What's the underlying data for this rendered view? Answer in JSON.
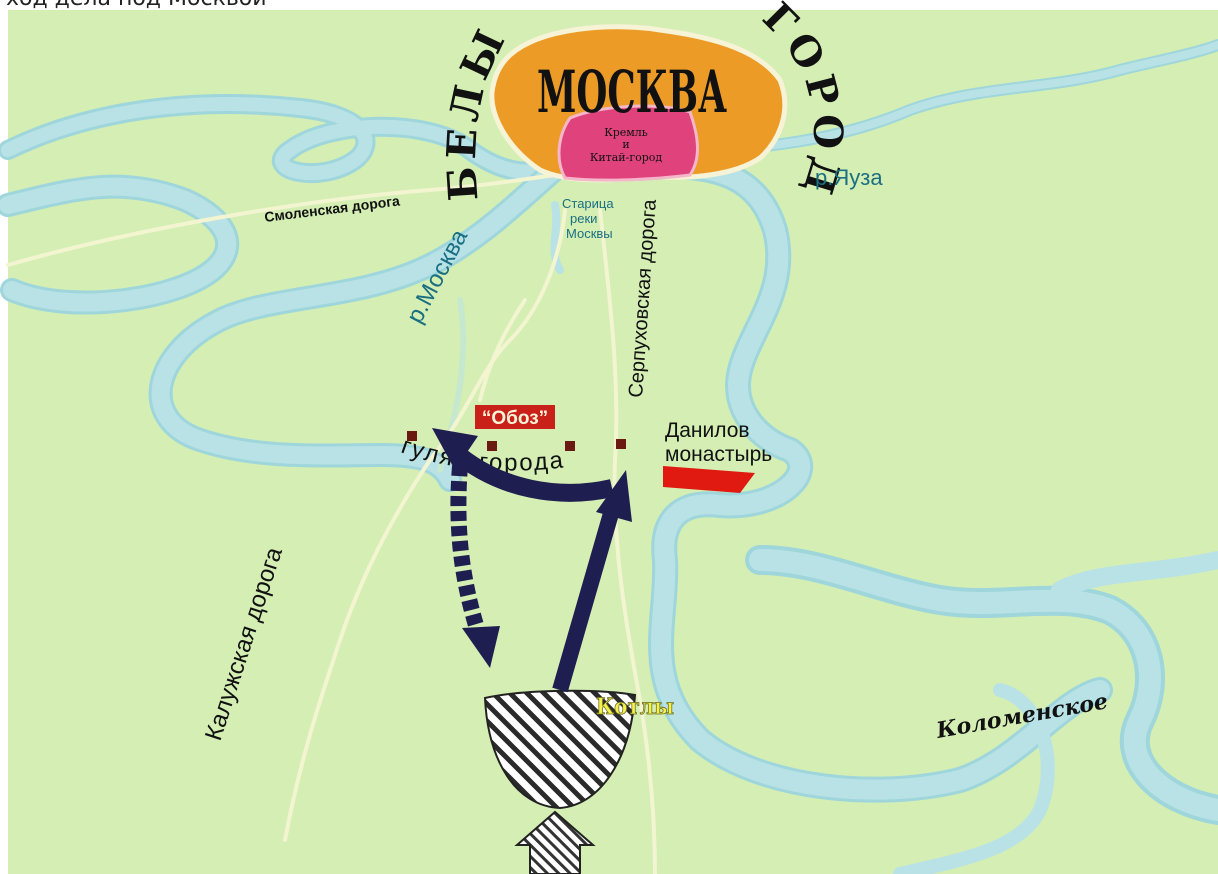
{
  "caption": "ход дела под Москвой",
  "colors": {
    "land": "#d4eeb4",
    "river": "#b9e2e6",
    "river_edge": "#8fcfd8",
    "road": "#f4f6d2",
    "city_white": "#ec9b27",
    "kremlin": "#e0427c",
    "army_arrow": "#1f1e50",
    "camp": "#cc2211",
    "gulyay": "#6a1a10",
    "kotly_label": "#f4f24a"
  },
  "labels": {
    "moscow": "МОСКВА",
    "kremlin_line1": "Кремль",
    "kremlin_line2": "и",
    "kremlin_line3": "Китай-город",
    "bely_left": "БЕЛЫЙ",
    "bely_right": "ГОРОД",
    "yauza": "р.Яуза",
    "moskva_river": "р.Москва",
    "smolensk_road": "Смоленская дорога",
    "staritsa_line1": "Старица",
    "staritsa_line2": "реки",
    "staritsa_line3": "Москвы",
    "serpukhov_road": "Серпуховская дорога",
    "oboz": "“Обоз”",
    "danilov_line1": "Данилов",
    "danilov_line2": "монастырь",
    "gulyay_gorod": "гуляй-города",
    "kaluga_road": "Калужская дорога",
    "kotly": "Котлы",
    "kolomenskoe": "Коломенское"
  },
  "icons": {
    "attack_arrow": "solid-arrow-icon",
    "retreat_arrow": "dashed-arrow-icon",
    "approach_arrow": "hollow-hatched-arrow-icon"
  }
}
